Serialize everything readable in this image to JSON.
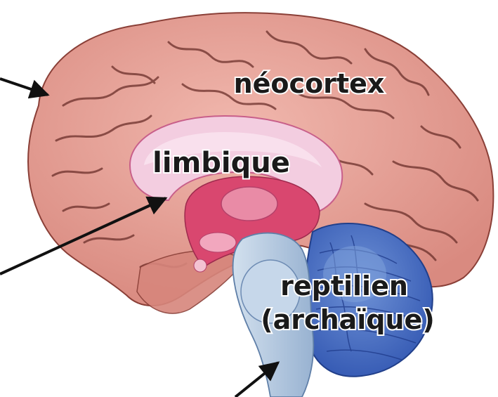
{
  "labels": {
    "neocortex": "néocortex",
    "limbic": "limbique",
    "reptilian_line1": "reptilien",
    "reptilian_line2": "(archaïque)"
  },
  "colors": {
    "cortex": "#e9a59c",
    "cortex_shadow": "#c97d74",
    "sulcus": "#6b2f2a",
    "limbic": "#f3cde0",
    "limbic_core": "#d9476f",
    "thalamus": "#e98ba6",
    "brainstem": "#b9cde3",
    "cerebellum": "#4f73c4",
    "cerebellum_light": "#7ea0da",
    "label_text": "#1a1a1a",
    "label_outline": "#ffffff",
    "arrow": "#111111"
  }
}
